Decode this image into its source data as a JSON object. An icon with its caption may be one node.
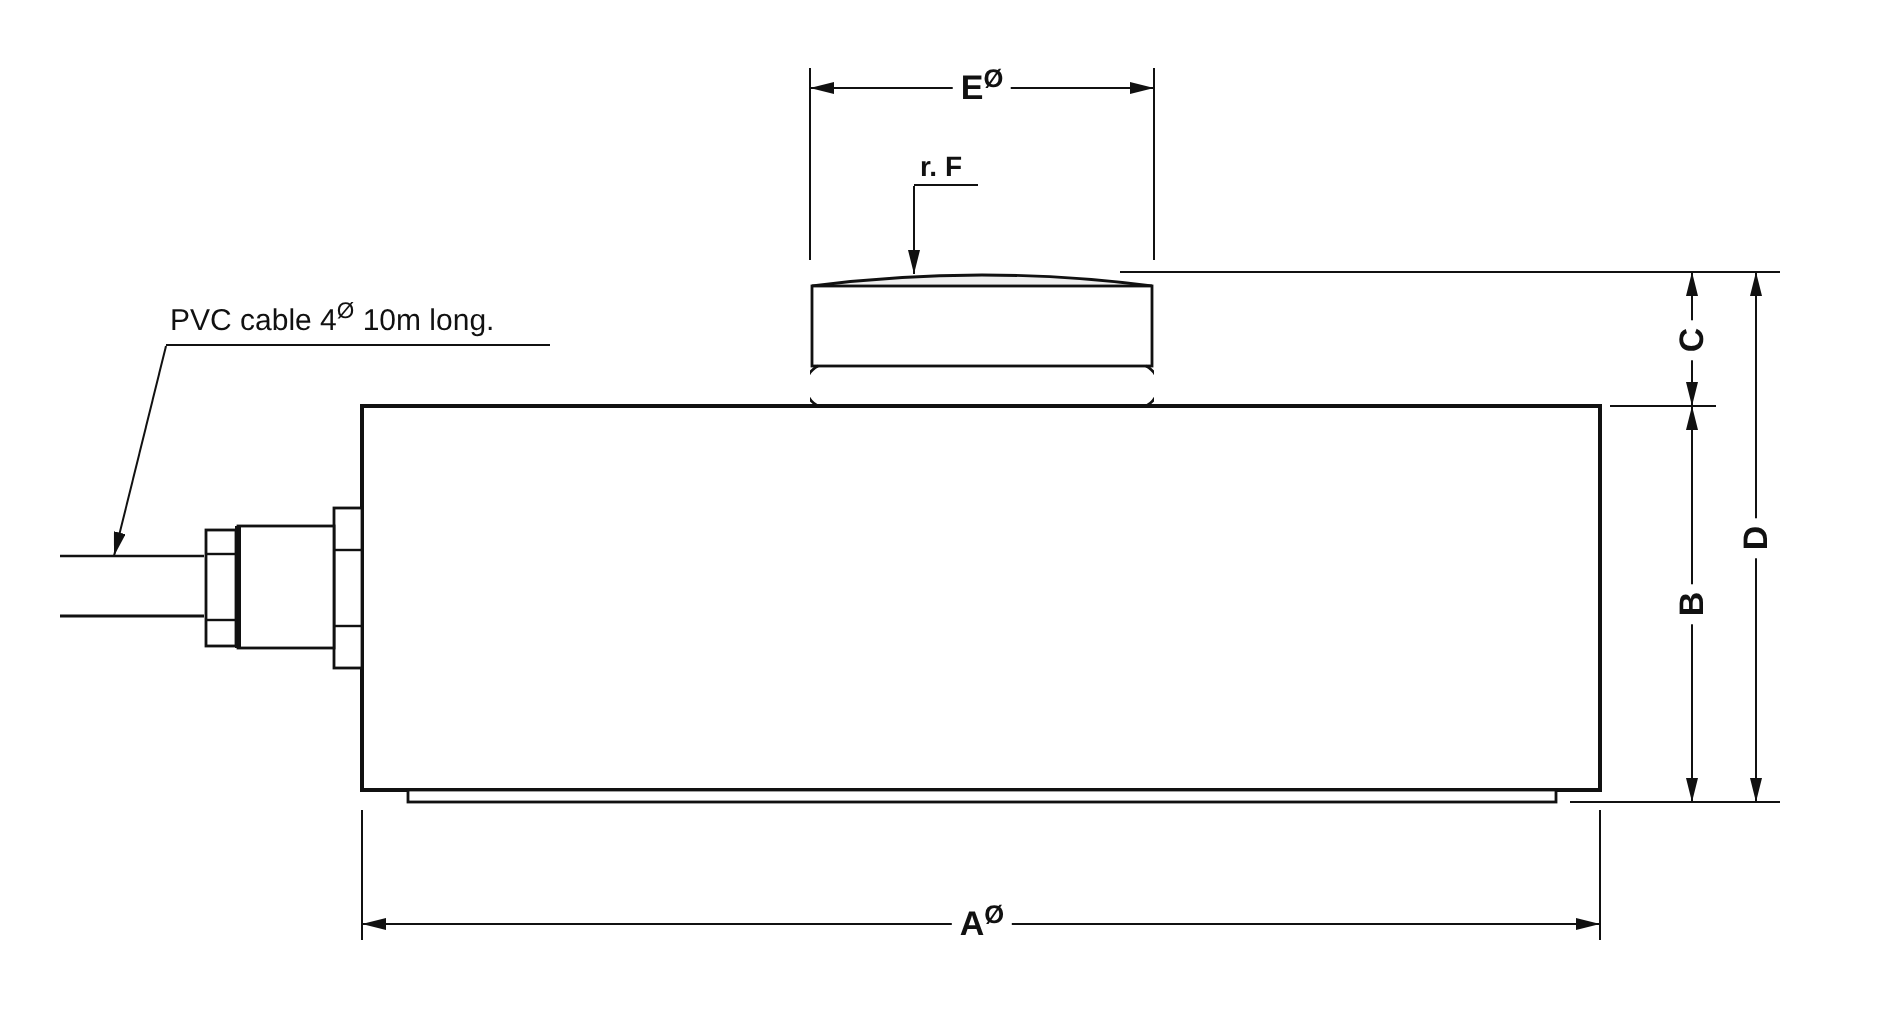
{
  "diagram": {
    "nodes": [
      {
        "text": [
          "PVC cable 4$^{Ø}$ 10m long."
        ]
      },
      {
        "text": [],
        "shape": "picture"
      },
      {
        "text": [
          "r. F"
        ]
      },
      {
        "text": [],
        "shape": "box"
      }
    ],
    "edges": [
      {
        "from": 0,
        "to": 1,
        "arrow": "to"
      },
      {
        "from": 2,
        "to": 3,
        "arrow": "to"
      }
    ],
    "labels": [
      "E$^{Ø}$",
      "C",
      "D",
      "B",
      "A$^{Ø}$"
    ]
  }
}
